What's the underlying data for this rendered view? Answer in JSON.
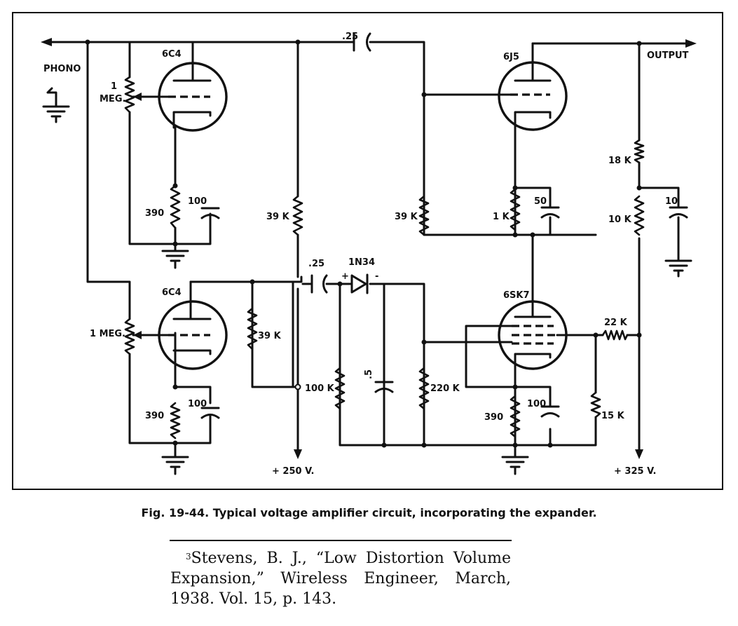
{
  "labels": {
    "phono": "PHONO",
    "output": "OUTPUT",
    "tube_6c4_upper": "6C4",
    "tube_6c4_lower": "6C4",
    "tube_6j5": "6J5",
    "tube_6sk7": "6SK7",
    "diode": "1N34",
    "diode_plus": "+",
    "diode_minus": "-",
    "cap_025_top": ".25",
    "cap_025_mid": ".25",
    "cap_05": ".5",
    "cap_100_upper": "100",
    "cap_100_lower": "100",
    "cap_100_6sk7": "100",
    "cap_50": "50",
    "cap_10": "10",
    "pot_1": "1",
    "pot_meg": "MEG.",
    "pot_1meg_lower": "1 MEG.",
    "r_390_upper": "390",
    "r_390_lower": "390",
    "r_390_6sk7": "390",
    "r_39k_a": "39 K",
    "r_39k_b": "39 K",
    "r_39k_c": "39 K",
    "r_1k": "1 K",
    "r_18k": "18 K",
    "r_10k": "10 K",
    "r_22k": "22 K",
    "r_15k": "15 K",
    "r_100k": "100 K",
    "r_220k": "220 K",
    "supply_250": "+ 250 V.",
    "supply_325": "+ 325 V."
  },
  "caption": "Fig. 19-44. Typical voltage amplifier circuit, incorporating the expander.",
  "footnote": {
    "marker": "3",
    "text": "Stevens, B. J., “Low Distortion Vol­ume Expansion,” Wireless Engineer, March, 1938. Vol. 15, p. 143."
  }
}
